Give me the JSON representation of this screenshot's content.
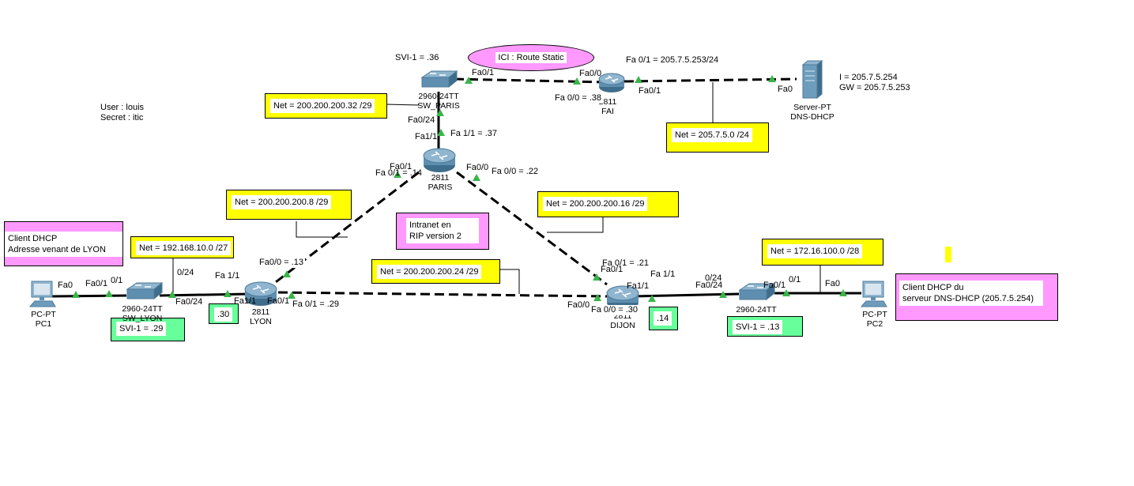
{
  "notes": {
    "creds": {
      "user": "User : louis",
      "secret": "Secret : itic"
    },
    "net_paris_sw": "Net = 200.200.200.32  /29",
    "net_fai": "Net = 205.7.5.0 /24",
    "net_lyon_paris": "Net = 200.200.200.8  /29",
    "net_paris_dijon": "Net = 200.200.200.16  /29",
    "net_lyon_dijon": "Net = 200.200.200.24  /29",
    "net_lyon_lan": "Net = 192.168.10.0 /27",
    "net_dijon_lan": "Net = 172.16.100.0  /28",
    "intranet": {
      "line1": "Intranet en",
      "line2": "RIP version 2"
    },
    "route_static": "ICI :  Route Static",
    "client_dhcp_lyon": {
      "line1": "Client DHCP",
      "line2": "Adresse venant de LYON"
    },
    "client_dhcp_pc2": {
      "line1": "Client DHCP du",
      "line2": "serveur DNS-DHCP (205.7.5.254)"
    },
    "svi_lyon": "SVI-1 = .29",
    "svi_dijon": "SVI-1 = .13",
    "lyon_30": ".30",
    "dijon_14": ".14",
    "svi_paris": "SVI-1 = .36",
    "server_ip": {
      "line1": "I = 205.7.5.254",
      "line2": "GW = 205.7.5.253"
    }
  },
  "devices": {
    "sw_paris": {
      "model": "2960-24TT",
      "name": "SW_PARIS",
      "icon": "switch-icon"
    },
    "fai": {
      "model": "2811",
      "name": "FAI",
      "icon": "router-icon"
    },
    "server": {
      "model": "Server-PT",
      "name": "DNS-DHCP",
      "icon": "server-icon"
    },
    "paris": {
      "model": "2811",
      "name": "PARIS",
      "icon": "router-icon"
    },
    "lyon": {
      "model": "2811",
      "name": "LYON",
      "icon": "router-icon"
    },
    "dijon": {
      "model": "2811",
      "name": "DIJON",
      "icon": "router-icon"
    },
    "sw_lyon": {
      "model": "2960-24TT",
      "name": "SW_LYON",
      "icon": "switch-icon"
    },
    "sw_dijon": {
      "model": "2960-24TT",
      "name": "",
      "icon": "switch-icon"
    },
    "pc1": {
      "model": "PC-PT",
      "name": "PC1",
      "icon": "pc-icon"
    },
    "pc2": {
      "model": "PC-PT",
      "name": "PC2",
      "icon": "pc-icon"
    }
  },
  "ports": {
    "swp_fa01": "Fa0/1",
    "fai_fa00": "Fa0/0",
    "fai_fa01_ip": "Fa 0/1 =  205.7.5.253/24",
    "fai_fa00_ip": "Fa 0/0 = .38",
    "fai_fa01": "Fa0/1",
    "server_fa0": "Fa0",
    "swp_fa024": "Fa0/24",
    "paris_fa11": "Fa1/1",
    "paris_fa11_ip": "Fa 1/1 = .37",
    "paris_fa01": "Fa0/1",
    "paris_fa01_ip": "Fa 0/1 = .14",
    "paris_fa00": "Fa0/0",
    "paris_fa00_ip": "Fa 0/0 = .22",
    "pc1_fa0": "Fa0",
    "swl_fa01": "Fa0/1",
    "swl_01": "0/1",
    "swl_024": "0/24",
    "swl_fa024": "Fa0/24",
    "lyon_fa11": "Fa 1/1",
    "lyon_fa11b": "Fa1/1",
    "lyon_fa00_ip": "Fa0/0 = .13",
    "lyon_fa01": "Fa0/1",
    "lyon_fa01_ip": "Fa 0/1 = .29",
    "dijon_fa01": "Fa0/1",
    "dijon_fa01_ip": "Fa 0/1 = .21",
    "dijon_fa11": "Fa1/1",
    "dijon_fa11b": "Fa 1/1",
    "dijon_fa00": "Fa0/0",
    "dijon_fa00_ip": "Fa 0/0 = .30",
    "swd_fa024": "Fa0/24",
    "swd_024": "0/24",
    "swd_fa01": "Fa0/1",
    "swd_01": "0/1",
    "pc2_fa0": "Fa0"
  },
  "colors": {
    "link_up": "#39b54a",
    "note_yellow": "#ffff00",
    "note_pink": "#ff99ff",
    "note_green": "#66ff99"
  }
}
